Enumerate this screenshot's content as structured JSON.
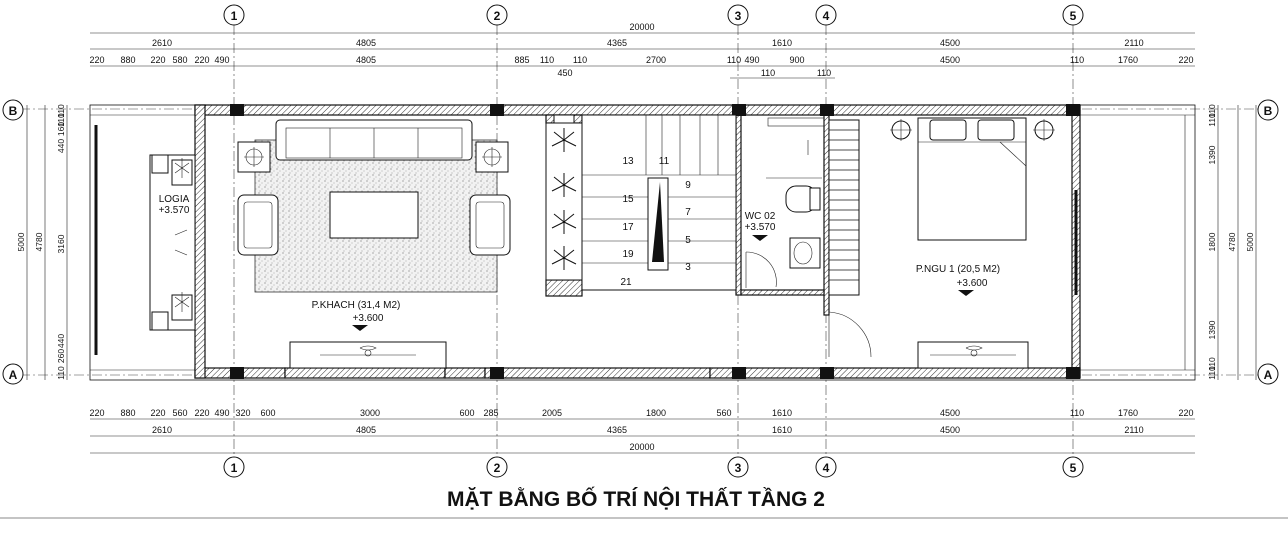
{
  "title": "MẶT BẰNG BỐ TRÍ NỘI THẤT TẦNG 2",
  "axes_vertical": [
    "1",
    "2",
    "3",
    "4",
    "5"
  ],
  "axes_horizontal": [
    "B",
    "A"
  ],
  "dims_top": {
    "overall": "20000",
    "row2": [
      "2610",
      "4805",
      "4365",
      "1610",
      "4500",
      "2110"
    ],
    "row3": [
      "220",
      "880",
      "220",
      "580",
      "220",
      "490",
      "4805",
      "885",
      "110",
      "110",
      "2700",
      "110",
      "490",
      "900",
      "4500",
      "110",
      "1760",
      "220"
    ],
    "sub": [
      "450",
      "110",
      "110"
    ]
  },
  "dims_bottom": {
    "row1": [
      "220",
      "880",
      "220",
      "560",
      "220",
      "490",
      "320",
      "600",
      "3000",
      "600",
      "285",
      "2005",
      "1800",
      "560",
      "1610",
      "4500",
      "110",
      "1760",
      "220"
    ],
    "row2": [
      "2610",
      "4805",
      "4365",
      "1610",
      "4500",
      "2110"
    ],
    "overall": "20000"
  },
  "dims_left": {
    "outer": "5000",
    "mid": "4780",
    "inner": [
      "110",
      "110",
      "160",
      "440",
      "3160",
      "440",
      "260",
      "110"
    ]
  },
  "dims_right": {
    "outer": "5000",
    "mid": "4780",
    "inner": [
      "110",
      "110",
      "1390",
      "1800",
      "1390",
      "110",
      "110"
    ]
  },
  "rooms": [
    {
      "name": "LOGIA",
      "level": "+3.570"
    },
    {
      "name": "P.KHACH (31,4 M2)",
      "level": "+3.600"
    },
    {
      "name": "WC 02",
      "level": "+3.570"
    },
    {
      "name": "P.NGU 1 (20,5 M2)",
      "level": "+3.600"
    }
  ],
  "stair_steps": [
    "13",
    "11",
    "15",
    "9",
    "17",
    "7",
    "19",
    "5",
    "3",
    "21"
  ]
}
